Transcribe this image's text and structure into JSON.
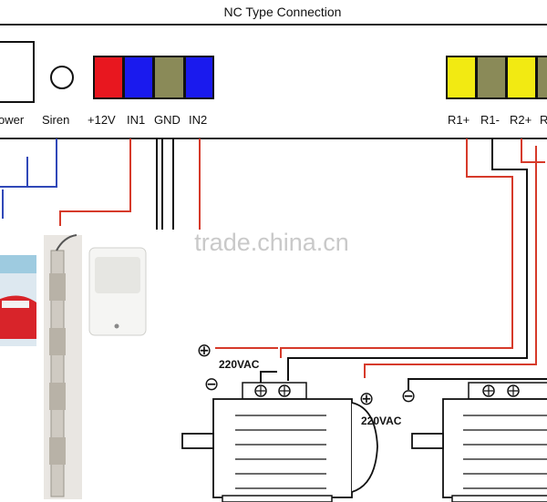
{
  "title": "NC Type Connection",
  "labels": {
    "power": "ower",
    "siren": "Siren",
    "plus12v": "+12V",
    "in1": "IN1",
    "gnd": "GND",
    "in2": "IN2",
    "r1plus": "R1+",
    "r1minus": "R1-",
    "r2plus": "R2+",
    "r2cut": "R"
  },
  "voltage_label_1": "220VAC",
  "voltage_label_2": "220VAC",
  "watermark": "trade.china.cn",
  "colors": {
    "red": "#e8171f",
    "blue": "#1a1aee",
    "olive": "#8a8a58",
    "yellow": "#f2ea12",
    "wire_red": "#d63a2a",
    "wire_blue": "#3048b8",
    "wire_black": "#111111"
  },
  "terminals_left": [
    "red",
    "blue",
    "olive",
    "blue"
  ],
  "terminals_right": [
    "yellow",
    "olive",
    "yellow",
    "olive"
  ]
}
